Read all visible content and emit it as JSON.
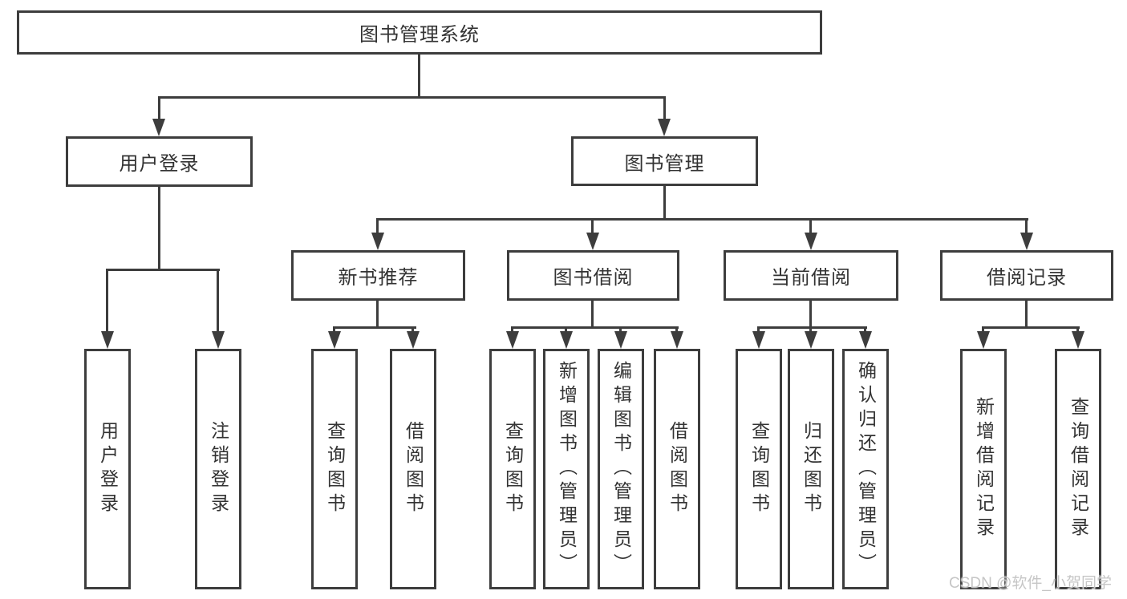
{
  "diagram_title": "图书管理系统",
  "nodes": {
    "root": {
      "label": "图书管理系统"
    },
    "level2": [
      {
        "id": "user-login",
        "label": "用户登录"
      },
      {
        "id": "book-management",
        "label": "图书管理"
      }
    ],
    "level3": [
      {
        "id": "new-book-recommend",
        "parent": "图书管理",
        "label": "新书推荐"
      },
      {
        "id": "book-borrowing",
        "parent": "图书管理",
        "label": "图书借阅"
      },
      {
        "id": "current-borrowing",
        "parent": "图书管理",
        "label": "当前借阅"
      },
      {
        "id": "borrowing-records",
        "parent": "图书管理",
        "label": "借阅记录"
      }
    ],
    "leaves": [
      {
        "parent": "用户登录",
        "label": "用户登录"
      },
      {
        "parent": "用户登录",
        "label": "注销登录"
      },
      {
        "parent": "新书推荐",
        "label": "查询图书"
      },
      {
        "parent": "新书推荐",
        "label": "借阅图书"
      },
      {
        "parent": "图书借阅",
        "label": "查询图书"
      },
      {
        "parent": "图书借阅",
        "label": "新增图书（管理员）"
      },
      {
        "parent": "图书借阅",
        "label": "编辑图书（管理员）"
      },
      {
        "parent": "图书借阅",
        "label": "借阅图书"
      },
      {
        "parent": "当前借阅",
        "label": "查询图书"
      },
      {
        "parent": "当前借阅",
        "label": "归还图书"
      },
      {
        "parent": "当前借阅",
        "label": "确认归还（管理员）"
      },
      {
        "parent": "借阅记录",
        "label": "新增借阅记录"
      },
      {
        "parent": "借阅记录",
        "label": "查询借阅记录"
      }
    ]
  },
  "watermark": "CSDN @软件_小贺同学",
  "colors": {
    "line": "#3d3d3d",
    "text": "#333333",
    "watermark": "#c6c6c6",
    "background": "#ffffff"
  }
}
